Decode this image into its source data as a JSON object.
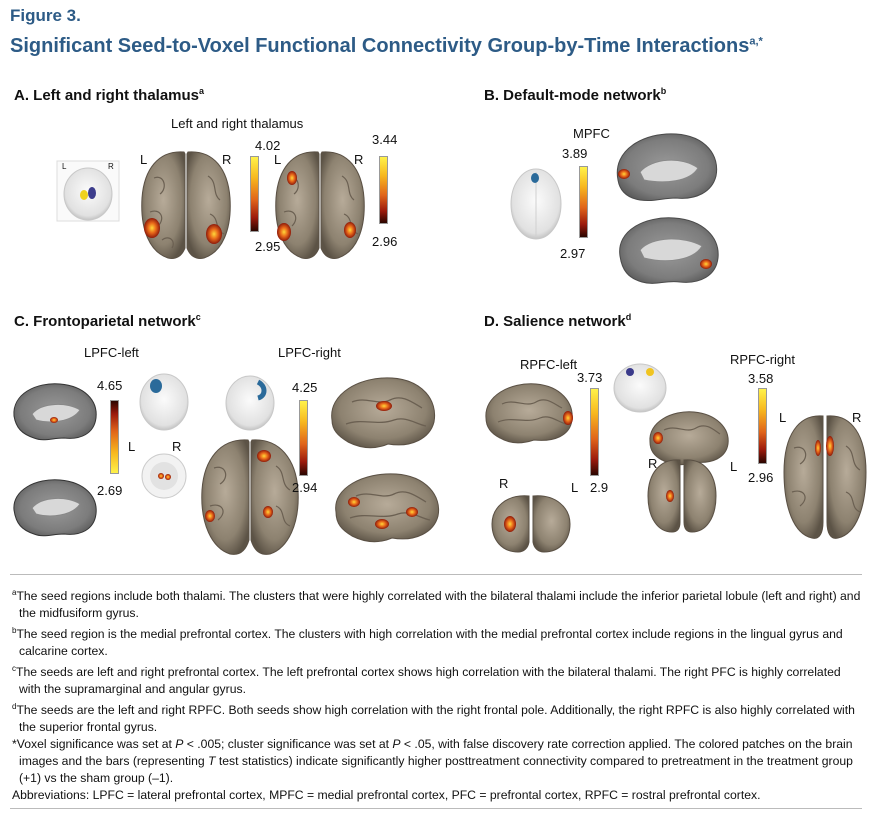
{
  "figure": {
    "label": "Figure 3.",
    "title": "Significant Seed-to-Voxel Functional Connectivity Group-by-Time Interactions",
    "title_marks": "a,*"
  },
  "panels": {
    "a": {
      "title": "A. Left and right thalamus",
      "mark": "a",
      "subtitle": "Left and right thalamus",
      "inset_L": "L",
      "inset_R": "R",
      "brain1_L": "L",
      "brain1_R": "R",
      "brain2_L": "L",
      "brain2_R": "R",
      "bar1_max": "4.02",
      "bar1_min": "2.95",
      "bar2_max": "3.44",
      "bar2_min": "2.96"
    },
    "b": {
      "title": "B. Default-mode network",
      "mark": "b",
      "seed": "MPFC",
      "bar_max": "3.89",
      "bar_min": "2.97"
    },
    "c": {
      "title": "C. Frontoparietal network",
      "mark": "c",
      "left_label": "LPFC-left",
      "right_label": "LPFC-right",
      "left_max": "4.65",
      "left_min": "2.69",
      "right_max": "4.25",
      "right_min": "2.94",
      "side_L": "L",
      "side_R": "R"
    },
    "d": {
      "title": "D. Salience network",
      "mark": "d",
      "left_label": "RPFC-left",
      "right_label": "RPFC-right",
      "left_max": "3.73",
      "left_min": "2.9",
      "right_max": "3.58",
      "right_min": "2.96",
      "left_R": "R",
      "left_L": "L",
      "mid_R": "R",
      "mid_L": "L",
      "right_L": "L",
      "right_R": "R"
    }
  },
  "notes": {
    "a": {
      "mark": "a",
      "text": "The seed regions include both thalami. The clusters that were highly correlated with the bilateral thalami include the inferior parietal lobule (left and right) and the midfusiform gyrus."
    },
    "b": {
      "mark": "b",
      "text": "The seed region is the medial prefrontal cortex. The clusters with high correlation with the medial prefrontal cortex include regions in the lingual gyrus and calcarine cortex."
    },
    "c": {
      "mark": "c",
      "text": "The seeds are left and right prefrontal cortex. The left prefrontal cortex shows high correlation with the bilateral thalami. The right PFC is highly correlated with the supramarginal and angular gyrus."
    },
    "d": {
      "mark": "d",
      "text": "The seeds are the left and right RPFC. Both seeds show high correlation with the right frontal pole. Additionally, the right RPFC is also highly correlated with the superior frontal gyrus."
    },
    "star": {
      "p1": "*Voxel significance was set at ",
      "P": "P",
      "p2": " < .005; cluster significance was set at ",
      "P2": "P",
      "p3": " < .05, with false discovery rate correction applied. The colored patches on the brain images and the bars (representing ",
      "T": "T",
      "p4": " test statistics) indicate significantly higher posttreatment connectivity compared to pretreatment in the treatment group (+1) vs the sham group (–1)."
    },
    "abbreviations": "Abbreviations: LPFC = lateral prefrontal cortex, MPFC = medial prefrontal cortex, PFC = prefrontal cortex, RPFC = rostral prefrontal cortex."
  }
}
